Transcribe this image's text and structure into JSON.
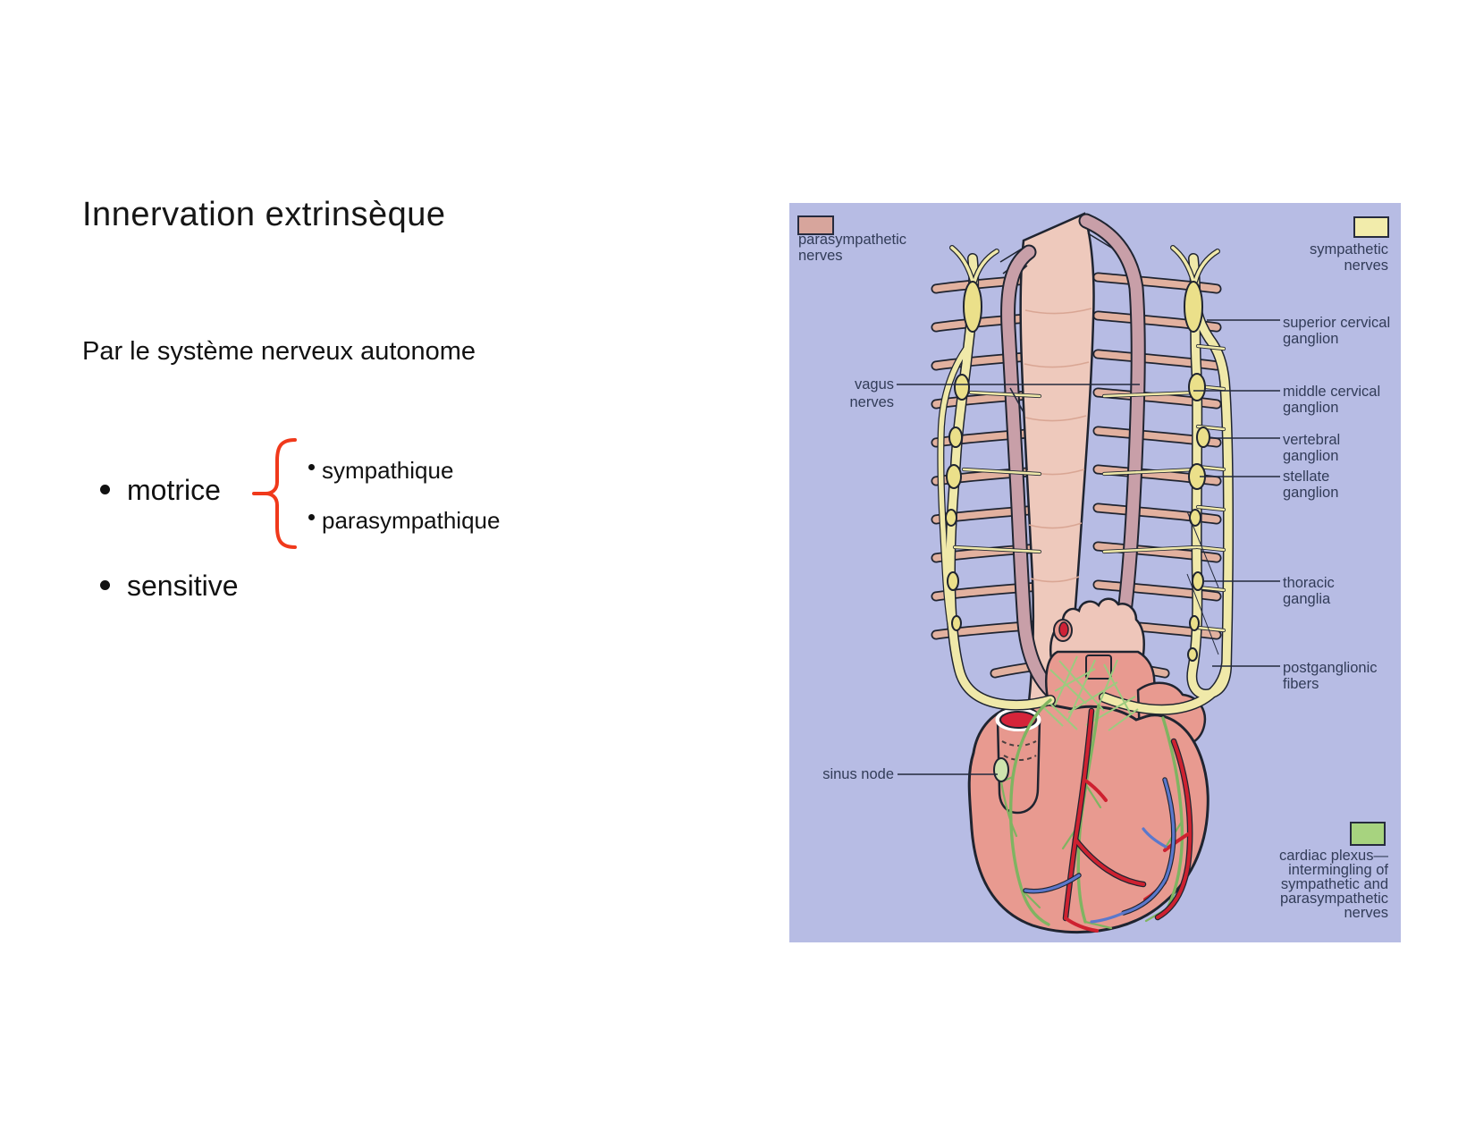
{
  "slide": {
    "title": "Innervation extrinsèque",
    "subtitle": "Par le système nerveux autonome",
    "bullet1": "motrice",
    "bullet1_sub1": "sympathique",
    "bullet1_sub2": "parasympathique",
    "bullet2": "sensitive",
    "brace_color": "#f0391b"
  },
  "diagram": {
    "bg_color": "#b7bce4",
    "legend": {
      "parasympathetic": {
        "color": "#d7a59c",
        "lines": [
          "parasympathetic",
          "nerves"
        ]
      },
      "sympathetic": {
        "color": "#f2ecab",
        "lines": [
          "sympathetic",
          "nerves"
        ]
      },
      "cardiac_plexus": {
        "color": "#a7d37f",
        "lines": [
          "cardiac plexus—",
          "intermingling of",
          "sympathetic and",
          "parasympathetic",
          "nerves"
        ]
      }
    },
    "labels": {
      "superior_cervical": [
        "superior cervical",
        "ganglion"
      ],
      "vagus": [
        "vagus",
        "nerves"
      ],
      "middle_cervical": [
        "middle cervical",
        "ganglion"
      ],
      "vertebral": [
        "vertebral",
        "ganglion"
      ],
      "stellate": [
        "stellate",
        "ganglion"
      ],
      "thoracic": [
        "thoracic",
        "ganglia"
      ],
      "postganglionic": [
        "postganglionic",
        "fibers"
      ],
      "sinus_node": "sinus node"
    }
  }
}
